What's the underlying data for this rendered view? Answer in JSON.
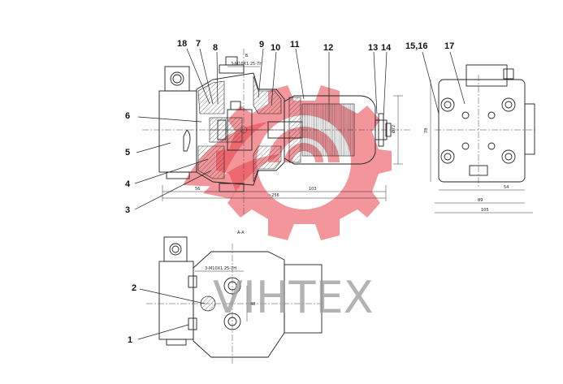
{
  "callouts": [
    "1",
    "2",
    "3",
    "4",
    "5",
    "6",
    "7",
    "8",
    "9",
    "10",
    "11",
    "12",
    "13",
    "14",
    "15,16",
    "17",
    "18"
  ],
  "dimensions": {
    "top_fitting": "3-M10X1.25-7H",
    "mid_fitting": "3-M10X1.25-7H",
    "section_mark_top": "Б",
    "section_mark_bottom": "А-А",
    "dim_56": "56",
    "dim_103": "103",
    "dim_256": "~256",
    "dim_d72": "Ø72",
    "dim_78": "78",
    "dim_54": "54",
    "dim_89": "89",
    "dim_105": "105",
    "dim_48": "48"
  },
  "watermark": {
    "text": "VIHTEX",
    "color": "#e8424a"
  }
}
